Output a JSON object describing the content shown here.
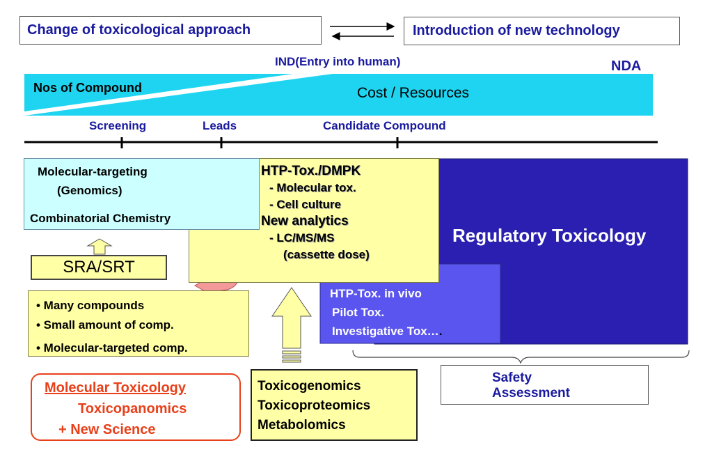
{
  "header": {
    "left_box": "Change of toxicological approach",
    "right_box": "Introduction of new technology"
  },
  "milestones": {
    "ind": "IND(Entry into human)",
    "nda": "NDA"
  },
  "funnel": {
    "nos_label": "Nos of Compound",
    "cost_label": "Cost / Resources"
  },
  "timeline": {
    "screening": "Screening",
    "leads": "Leads",
    "candidate": "Candidate Compound"
  },
  "molecular_box": {
    "line1": "Molecular-targeting",
    "line2": "(Genomics)",
    "line3": "Combinatorial Chemistry"
  },
  "htp_box": {
    "lines": [
      "HTP-Tox./DMPK",
      "- Molecular tox.",
      "- Cell culture",
      "New analytics",
      "-  LC/MS/MS",
      "(cassette dose)"
    ]
  },
  "regulatory": {
    "label": "Regulatory Toxicology"
  },
  "htp_vivo": {
    "lines": [
      "HTP-Tox. in vivo",
      "Pilot Tox.",
      "Investigative Tox…",
      "."
    ]
  },
  "sra": {
    "label": "SRA/SRT"
  },
  "compounds_box": {
    "items": [
      "• Many compounds",
      "• Small amount of comp.",
      "• Molecular-targeted comp."
    ]
  },
  "molecular_tox": {
    "title": "Molecular Toxicology",
    "line2": "Toxicopanomics",
    "line3": "+  New Science"
  },
  "omics": {
    "lines": [
      "Toxicogenomics",
      "Toxicoproteomics",
      "Metabolomics"
    ]
  },
  "safety": {
    "line1": "Safety",
    "line2": "Assessment"
  },
  "colors": {
    "navy": "#1a1a9e",
    "cyan": "#1fd4f0",
    "light_cyan": "#ccffff",
    "light_yellow": "#ffffa6",
    "dark_blue": "#2a1fb0",
    "mid_blue": "#5a55ee",
    "red": "#e8401a",
    "pink": "#f3999a"
  }
}
